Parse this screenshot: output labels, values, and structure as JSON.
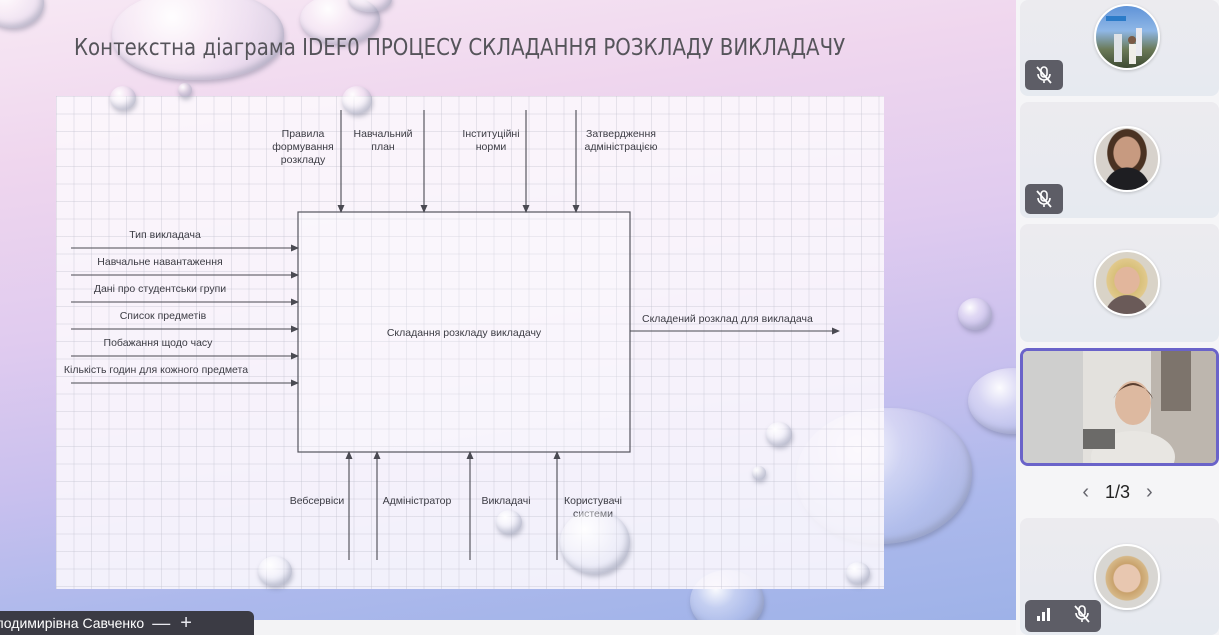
{
  "slide": {
    "title": "Контекстна діаграма IDEF0 ПРОЦЕСУ СКЛАДАННЯ РОЗКЛАДУ ВИКЛАДАЧУ",
    "diagram": {
      "process_label": "Складання розкладу викладачу",
      "controls": [
        {
          "lines": [
            "Правила",
            "формування",
            "розкладу"
          ]
        },
        {
          "lines": [
            "Навчальний",
            "план"
          ]
        },
        {
          "lines": [
            "Інституційні",
            "норми"
          ]
        },
        {
          "lines": [
            "Затвердження",
            "адміністрацією"
          ]
        }
      ],
      "inputs": [
        "Тип викладача",
        "Навчальне навантаження",
        "Дані про студентськи групи",
        "Список предметів",
        "Побажання щодо часу",
        "Кількість годин для кожного предмета"
      ],
      "output": "Складений розклад для викладача",
      "mechanisms": [
        {
          "lines": [
            "Вебсервіси"
          ]
        },
        {
          "lines": [
            "Адміністратор"
          ]
        },
        {
          "lines": [
            "Викладачі"
          ]
        },
        {
          "lines": [
            "Користувачі",
            "системи"
          ]
        }
      ]
    }
  },
  "presenter": {
    "name": "олодимирівна Савченко",
    "minus_symbol": "—",
    "plus_symbol": "+"
  },
  "participants": {
    "tiles": [
      {
        "avatar_icon": "landscape-photo-avatar",
        "mic_state": "muted"
      },
      {
        "avatar_icon": "person-photo-avatar",
        "mic_state": "muted"
      },
      {
        "avatar_icon": "person-photo-avatar",
        "mic_state": "none"
      },
      {
        "avatar_icon": "camera-video-feed",
        "mic_state": "none",
        "active": true
      },
      {
        "avatar_icon": "person-photo-avatar",
        "mic_state": "muted"
      }
    ],
    "pager": {
      "text": "1/3",
      "prev": "‹",
      "next": "›"
    }
  },
  "colors": {
    "active_border": "#6a63c9",
    "badge": "#5d5d66"
  }
}
